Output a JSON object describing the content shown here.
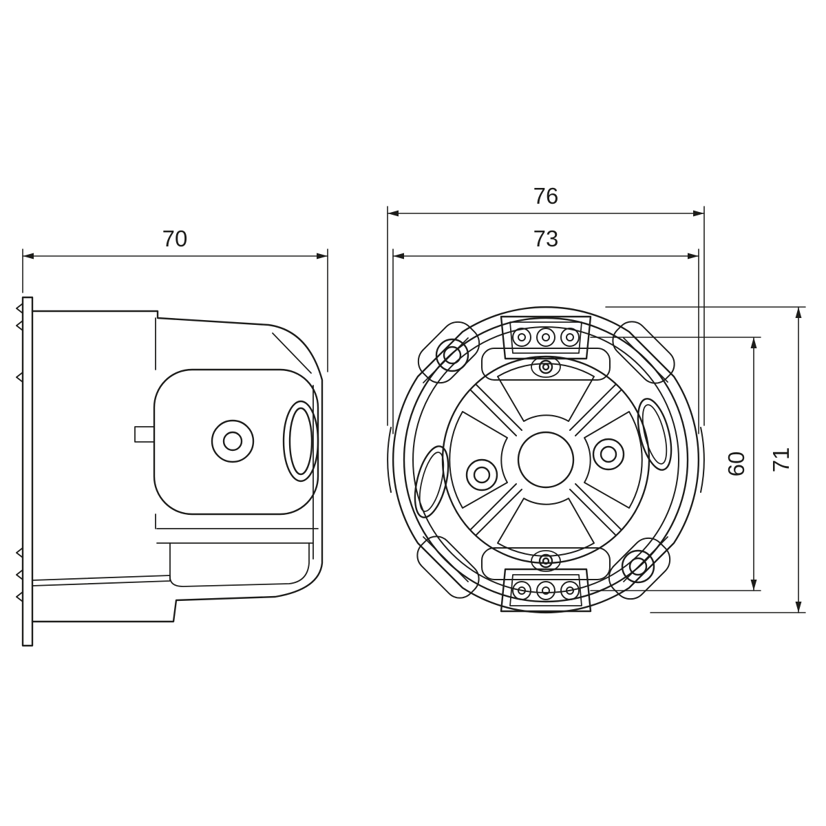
{
  "drawing": {
    "background_color": "#ffffff",
    "line_color": "#1d1d1b",
    "dimensions": {
      "side_depth": "70",
      "front_overall_width": "76",
      "front_body_diameter": "73",
      "front_screw_spacing": "60",
      "front_overall_height": "71"
    }
  }
}
